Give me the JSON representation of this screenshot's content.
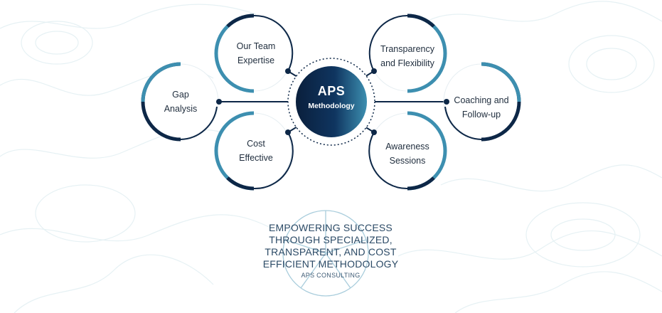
{
  "center": {
    "title": "APS",
    "subtitle": "Methodology"
  },
  "nodes": [
    {
      "id": "gap",
      "lines": [
        "Gap",
        "Analysis"
      ]
    },
    {
      "id": "team",
      "lines": [
        "Our Team",
        "Expertise"
      ]
    },
    {
      "id": "cost",
      "lines": [
        "Cost",
        "Effective"
      ]
    },
    {
      "id": "transparency",
      "lines": [
        "Transparency",
        "and Flexibility"
      ]
    },
    {
      "id": "awareness",
      "lines": [
        "Awareness",
        "Sessions"
      ]
    },
    {
      "id": "coaching",
      "lines": [
        "Coaching and",
        "Follow-up"
      ]
    }
  ],
  "footer": {
    "lines": [
      "EMPOWERING SUCCESS",
      "THROUGH SPECIALIZED,",
      "TRANSPARENT, AND COST",
      "EFFICIENT METHODOLOGY"
    ],
    "brand": "APS CONSULTING"
  },
  "colors": {
    "navy": "#0d2747",
    "teal": "#3d8fb0",
    "light_teal": "#a9cddc",
    "background_pattern": "#e3f0f4"
  }
}
